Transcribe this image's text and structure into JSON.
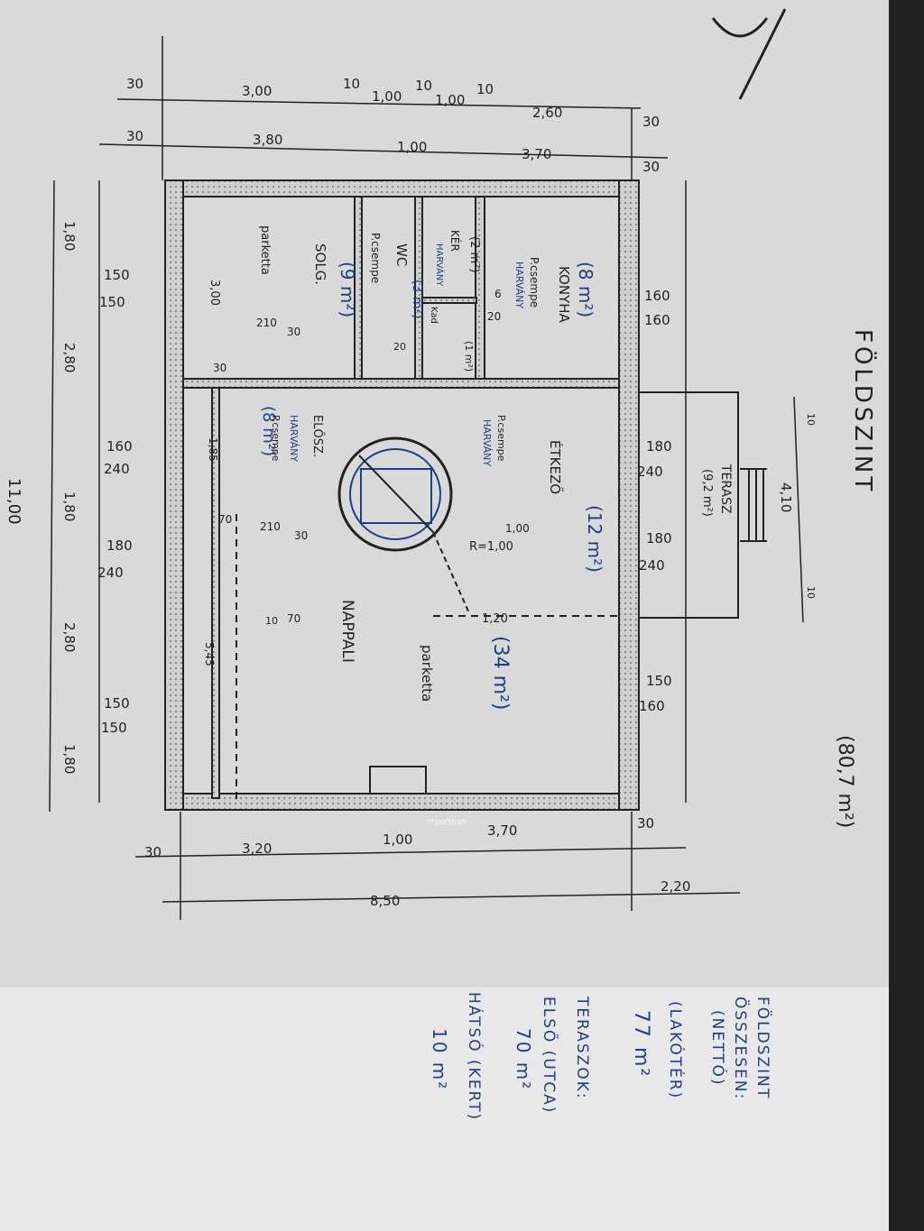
{
  "sheet": {
    "title": "FÖLDSZINT",
    "area_total": "(80,7 m²)",
    "watermark": "otpotthon"
  },
  "rooms": {
    "konyha": {
      "name": "KONYHA",
      "area": "(8 m²)",
      "floor": "P.csempe",
      "extra": "HARVÁNY",
      "h": "6",
      "h2": "20"
    },
    "kamra": {
      "name": "KÉR",
      "area": "(2 m²)",
      "floor": "HARVÁNY"
    },
    "wc": {
      "name": "WC",
      "area": "(3 m²)",
      "floor": "P.csempe",
      "val": "20"
    },
    "small": {
      "area": "(1 m²)",
      "name": "Kad"
    },
    "szoba": {
      "name": "SOLG.",
      "area": "(9 m²)",
      "floor": "parketta",
      "w": "210",
      "h": "30"
    },
    "eloszoba": {
      "name": "ELŐSZ.",
      "area": "(8 m²)",
      "floor": "HARVÁNY",
      "extra": "P.csempe"
    },
    "etkezo": {
      "name": "ÉTKEZŐ",
      "area": "(12 m²)",
      "floor": "P.csempe",
      "extra": "HARVÁNY"
    },
    "nappali": {
      "name": "NAPPALI",
      "area": "(34 m²)",
      "floor": "parketta"
    },
    "terasz": {
      "name": "TERASZ",
      "area": "(9,2 m²)"
    }
  },
  "dimensions": {
    "top1": [
      "30",
      "3,00",
      "10",
      "1,00",
      "10",
      "1,00",
      "10",
      "2,60",
      "30"
    ],
    "top2": [
      "30",
      "3,80",
      "1,00",
      "3,70",
      "30"
    ],
    "bottom1": [
      "30",
      "3,20",
      "1,00",
      "3,70",
      "30"
    ],
    "bottom2": [
      "8,50",
      "2,20"
    ],
    "left_outer": [
      "1,80",
      "2,80",
      "1,80",
      "2,80",
      "1,80"
    ],
    "left_inner_top": [
      "150",
      "160",
      "180",
      "150"
    ],
    "left_inner_bot": [
      "150",
      "240",
      "240",
      "150"
    ],
    "left_total": "11,00",
    "right_top": [
      "160",
      "180",
      "180",
      "150"
    ],
    "right_bot": [
      "160",
      "240",
      "240",
      "160"
    ],
    "right_side": [
      "4,10",
      "10",
      "10"
    ],
    "mid": [
      "3,00",
      "30",
      "1,85",
      "70",
      "210",
      "30",
      "70",
      "10",
      "5,45"
    ],
    "stair": {
      "r": "R=1,00",
      "r2": "1,00",
      "h": "1,20"
    }
  },
  "notes": {
    "l1": "FÖLDSZINT",
    "l2": "ÖSSZESEN:",
    "l3": "(NETTÓ)",
    "l4": "(LAKÓTÉR)",
    "l5": "77 m²",
    "l6": "TERASZOK:",
    "l7": "ELSŐ (UTCA)",
    "l8": "70 m²",
    "l9": "HÁTSÓ (KERT)",
    "l10": "10 m²"
  },
  "colors": {
    "ink": "#1a1a1a",
    "blue": "#1d3f8a",
    "paper": "#d6d6d6"
  }
}
